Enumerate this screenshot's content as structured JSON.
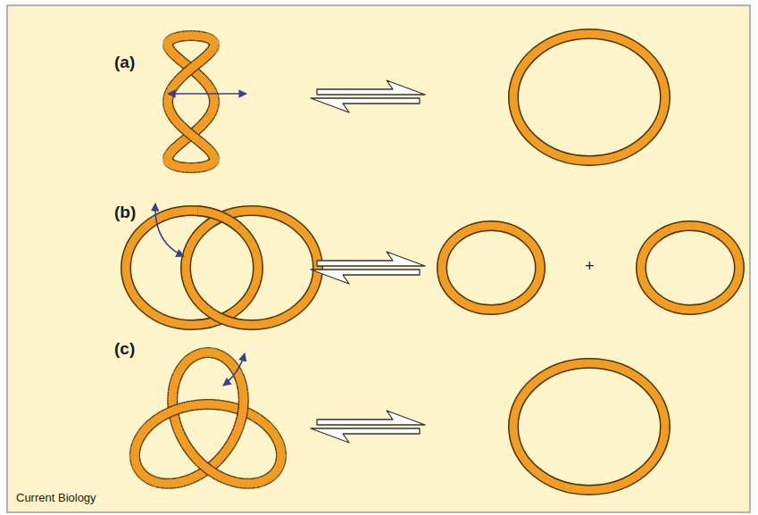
{
  "diagram": {
    "labels": [
      "(a)",
      "(b)",
      "(c)",
      "+",
      "Current Biology"
    ]
  }
}
